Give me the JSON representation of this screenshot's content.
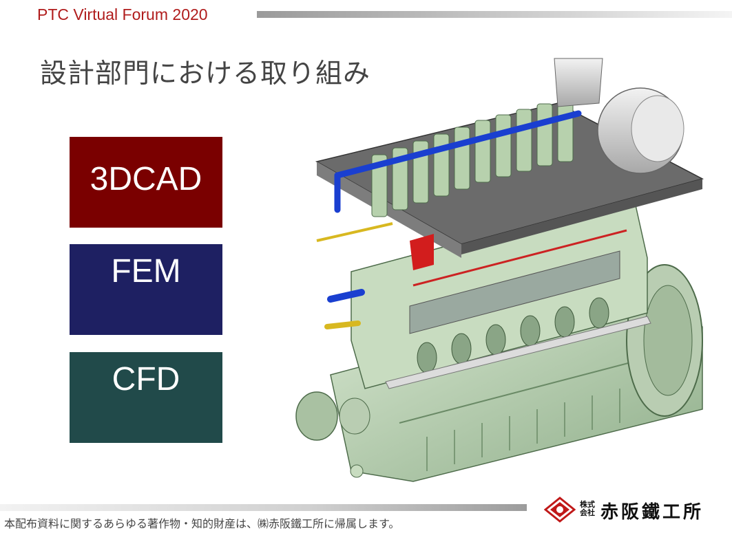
{
  "header": {
    "title": "PTC Virtual Forum 2020"
  },
  "slide": {
    "title": "設計部門における取り組み"
  },
  "boxes": [
    {
      "label": "3DCAD",
      "color": "#7a0000"
    },
    {
      "label": "FEM",
      "color": "#1e2062"
    },
    {
      "label": "CFD",
      "color": "#214a4a"
    }
  ],
  "footer": {
    "copyright": "本配布資料に関するあらゆる著作物・知的財産は、㈱赤阪鐵工所に帰属します。",
    "logo_prefix": "株式会社",
    "logo_name": "赤阪鐵工所"
  },
  "icons": {
    "engine": "marine-diesel-engine-cad-model",
    "logo_mark": "akasaka-logo-icon"
  }
}
